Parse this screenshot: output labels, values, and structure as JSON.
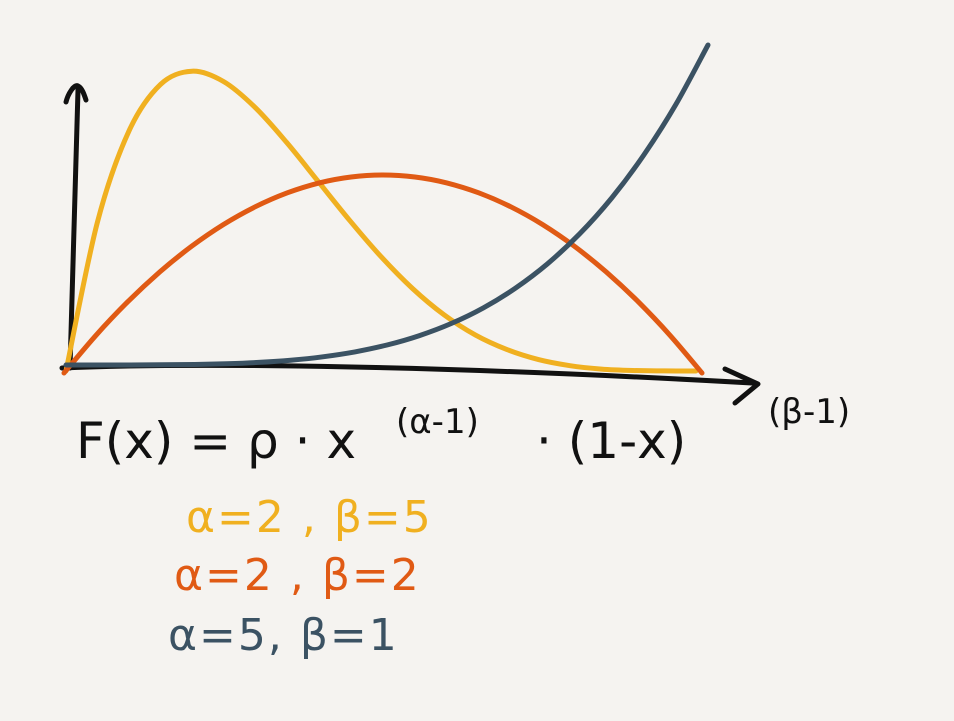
{
  "formula": {
    "lhs": "F(x) = ρ · x",
    "exp1": "(α-1)",
    "mid": "· (1-x)",
    "exp2": "(β-1)"
  },
  "chart_data": {
    "type": "line",
    "title": "",
    "xlabel": "",
    "ylabel": "",
    "xlim": [
      0,
      1
    ],
    "series": [
      {
        "name": "α=2 , β=5",
        "color": "#f0b020",
        "x": [
          0,
          0.05,
          0.1,
          0.15,
          0.2,
          0.25,
          0.3,
          0.35,
          0.4,
          0.45,
          0.5,
          0.55,
          0.6,
          0.65,
          0.7,
          0.75,
          0.8,
          0.85,
          0.9,
          0.95,
          1
        ],
        "values": [
          0,
          0.815,
          1.312,
          1.566,
          1.638,
          1.582,
          1.441,
          1.25,
          1.037,
          0.824,
          0.625,
          0.451,
          0.307,
          0.196,
          0.117,
          0.0625,
          0.0288,
          0.0105,
          0.0027,
          0.0003,
          0
        ]
      },
      {
        "name": "α=2 , β=2",
        "color": "#e05a14",
        "x": [
          0,
          0.05,
          0.1,
          0.15,
          0.2,
          0.25,
          0.3,
          0.35,
          0.4,
          0.45,
          0.5,
          0.55,
          0.6,
          0.65,
          0.7,
          0.75,
          0.8,
          0.85,
          0.9,
          0.95,
          1
        ],
        "values": [
          0,
          0.285,
          0.54,
          0.765,
          0.96,
          1.125,
          1.26,
          1.365,
          1.44,
          1.485,
          1.5,
          1.485,
          1.44,
          1.365,
          1.26,
          1.125,
          0.96,
          0.765,
          0.54,
          0.285,
          0
        ]
      },
      {
        "name": "α=5, β=1",
        "color": "#3b5263",
        "x": [
          0,
          0.05,
          0.1,
          0.15,
          0.2,
          0.25,
          0.3,
          0.35,
          0.4,
          0.45,
          0.5,
          0.55,
          0.6,
          0.65,
          0.7,
          0.75,
          0.8,
          0.85,
          0.9,
          0.95,
          1
        ],
        "values": [
          0,
          3.13e-05,
          0.0005,
          0.00253,
          0.008,
          0.0195,
          0.0405,
          0.075,
          0.128,
          0.205,
          0.3125,
          0.4575,
          0.648,
          0.8925,
          1.2005,
          1.582,
          2.048,
          2.61,
          3.2805,
          4.0725,
          5
        ]
      }
    ]
  },
  "legend": [
    {
      "text": "α=2 , β=5",
      "color": "#f0b020"
    },
    {
      "text": "α=2 , β=2",
      "color": "#e05a14"
    },
    {
      "text": "α=5, β=1",
      "color": "#3b5263"
    }
  ]
}
